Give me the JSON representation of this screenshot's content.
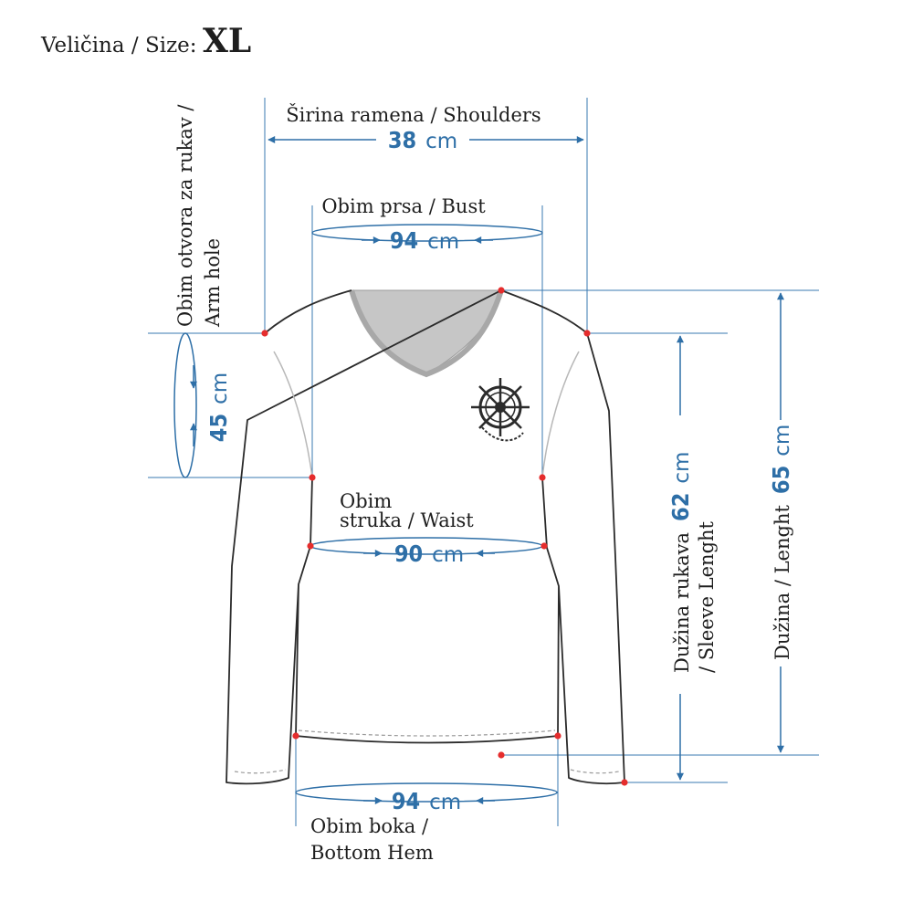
{
  "header": {
    "size_label": "Veličina / Size:",
    "size_value": "XL"
  },
  "colors": {
    "accent": "#2e6fa7",
    "marker": "#e52d2d",
    "outline": "#2b2b2b",
    "neck": "#c9c9c9"
  },
  "icons": {
    "garment": "long-sleeve-vneck-shirt-icon",
    "logo": "ship-wheel-icon"
  },
  "measurements": {
    "shoulders": {
      "label": "Širina ramena / Shoulders",
      "value": "38",
      "unit": "cm"
    },
    "bust": {
      "label": "Obim prsa / Bust",
      "value": "94",
      "unit": "cm"
    },
    "armhole": {
      "label_line1": "Obim otvora za rukav /",
      "label_line2": "Arm hole",
      "value": "45",
      "unit": "cm"
    },
    "waist": {
      "label_line1": "Obim",
      "label_line2": "struka / Waist",
      "value": "90",
      "unit": "cm"
    },
    "hem": {
      "label_line1": "Obim boka /",
      "label_line2": "Bottom Hem",
      "value": "94",
      "unit": "cm"
    },
    "sleeve": {
      "label_line1": "Dužina rukava",
      "label_line2": "/ Sleeve Lenght",
      "value": "62",
      "unit": "cm"
    },
    "length": {
      "label": "Dužina / Lenght",
      "value": "65",
      "unit": "cm"
    }
  }
}
